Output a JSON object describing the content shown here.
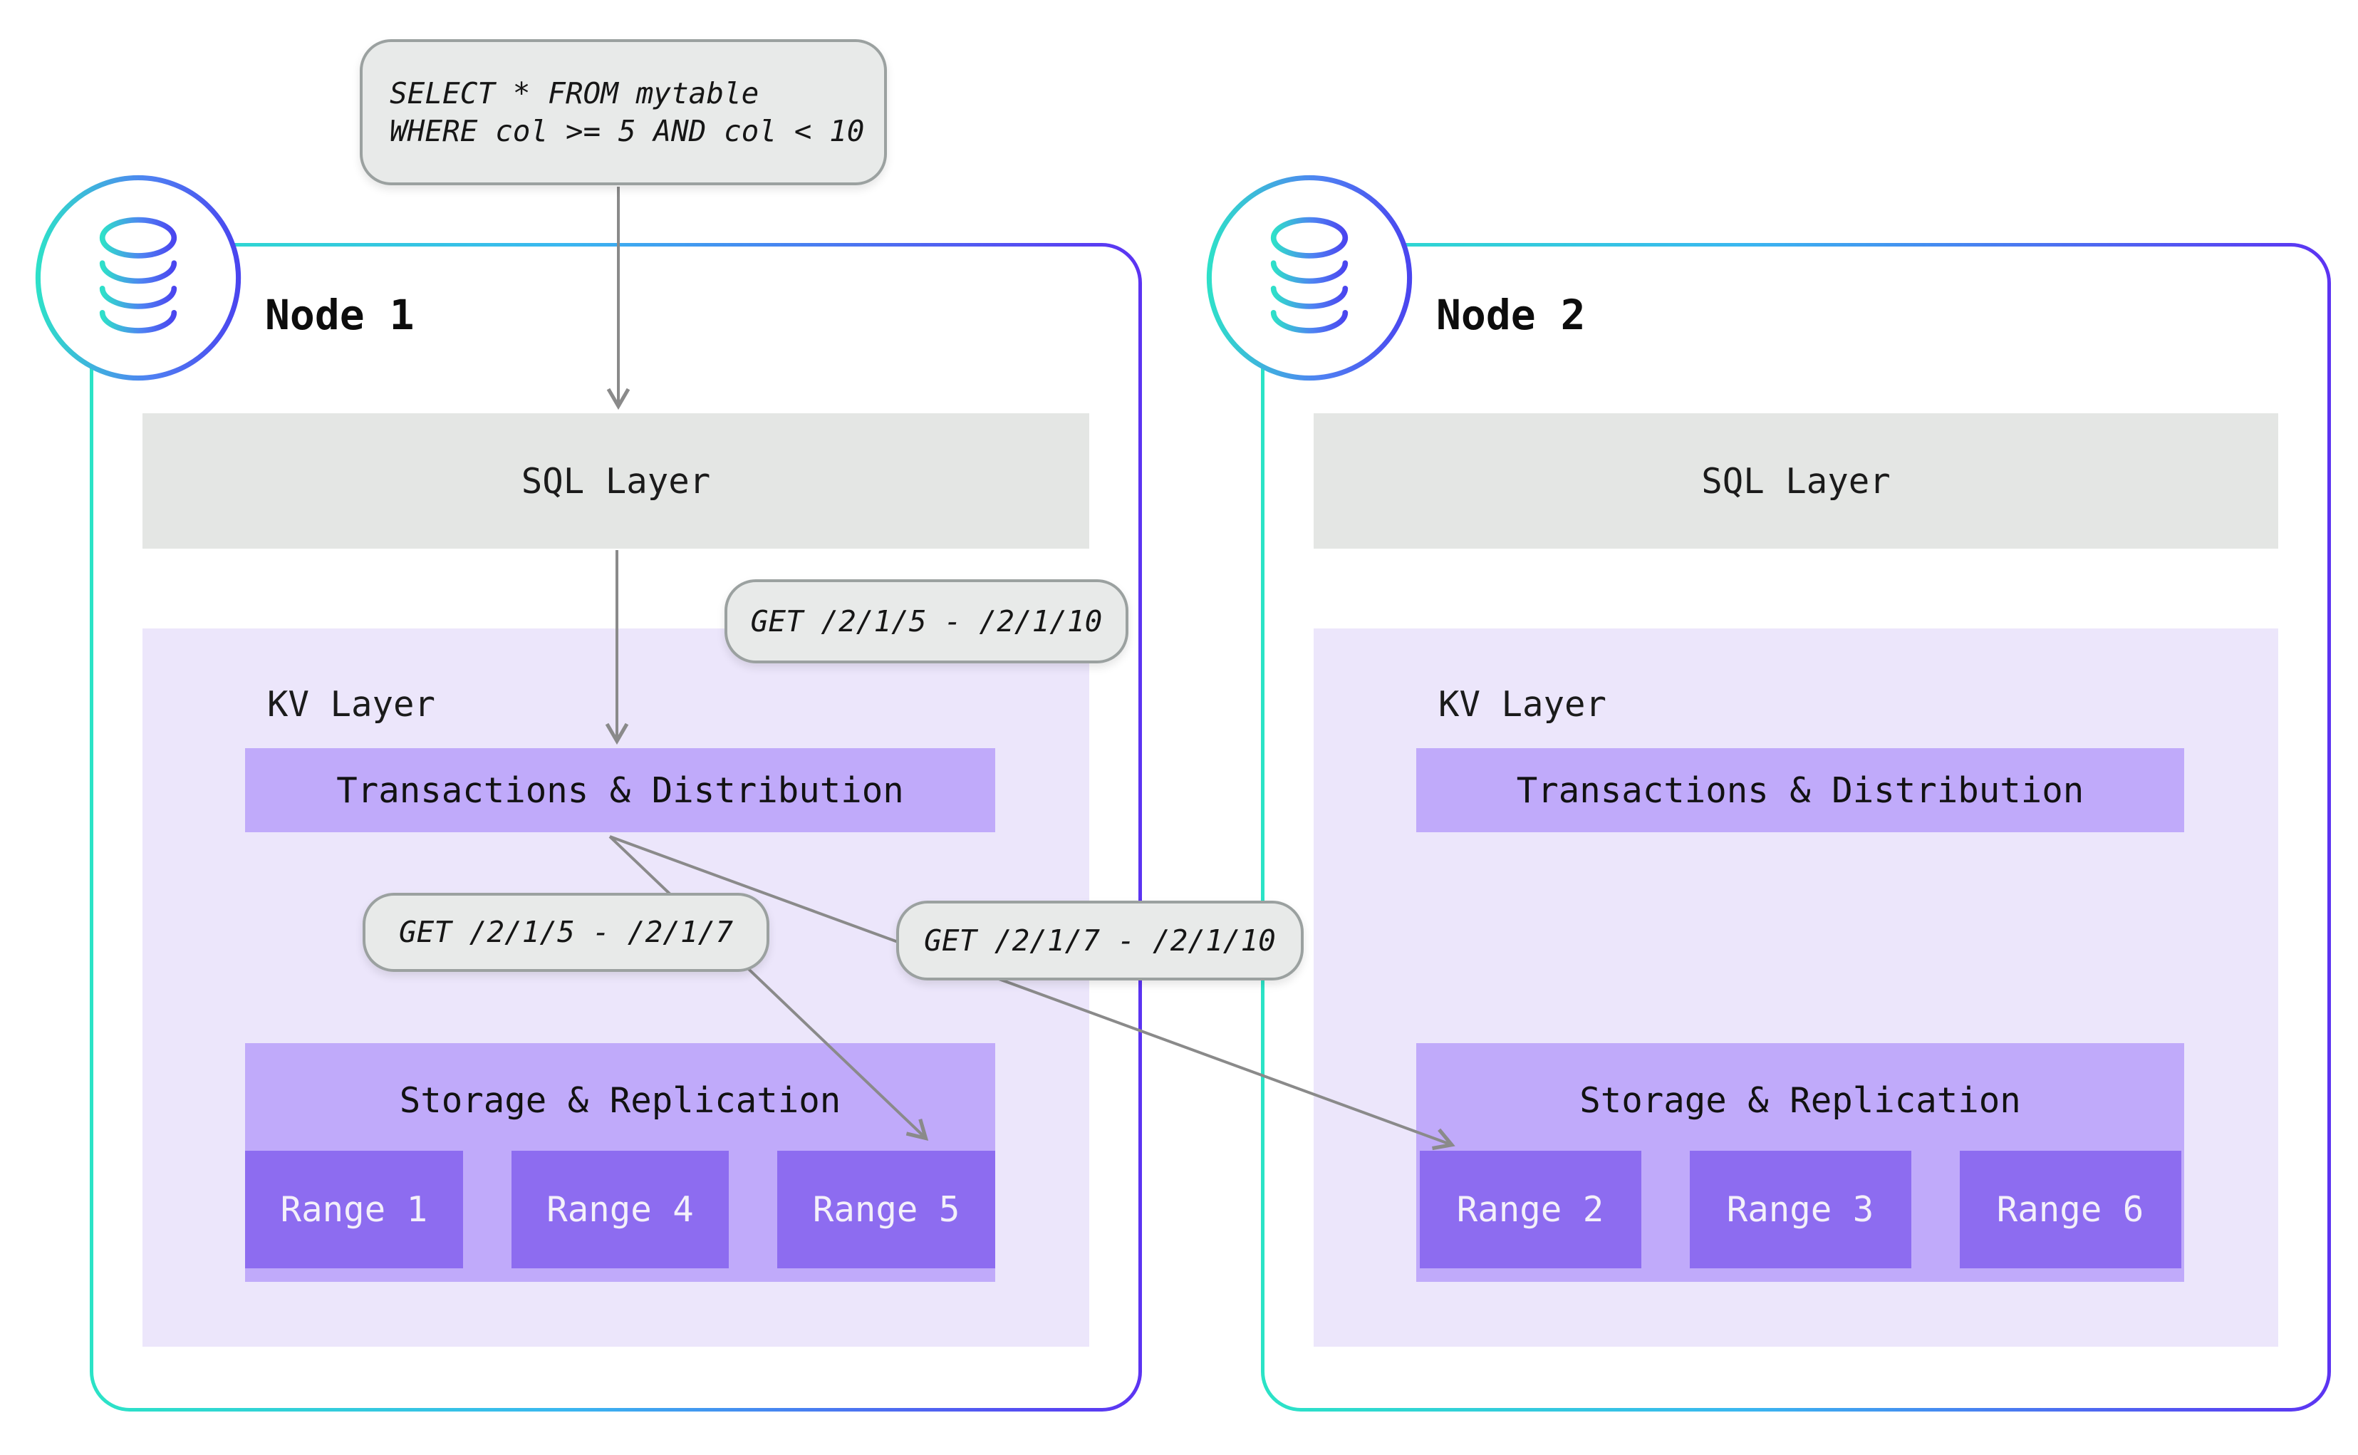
{
  "query_bubble": {
    "line1": "SELECT * FROM mytable",
    "line2": "WHERE col >= 5 AND col < 10"
  },
  "get_labels": {
    "full_range": "GET /2/1/5 - /2/1/10",
    "left_range": "GET /2/1/5 - /2/1/7",
    "right_range": "GET /2/1/7 - /2/1/10"
  },
  "nodes": [
    {
      "title": "Node 1",
      "sql_layer": "SQL Layer",
      "kv_layer": "KV Layer",
      "transactions": "Transactions & Distribution",
      "storage": "Storage & Replication",
      "ranges": [
        "Range 1",
        "Range 4",
        "Range 5"
      ]
    },
    {
      "title": "Node 2",
      "sql_layer": "SQL Layer",
      "kv_layer": "KV Layer",
      "transactions": "Transactions & Distribution",
      "storage": "Storage & Replication",
      "ranges": [
        "Range 2",
        "Range 3",
        "Range 6"
      ]
    }
  ],
  "icons": {
    "node_badge": "database-icon"
  },
  "colors": {
    "node_border_gradient_start": "#2be3c6",
    "node_border_gradient_mid": "#3ab7f0",
    "node_border_gradient_end": "#5c33f2",
    "icon_gradient_start": "#2ee0c9",
    "icon_gradient_end": "#4a45ef",
    "sql_layer_bg": "#e4e6e4",
    "kv_layer_bg": "#ece6fb",
    "purple_bar_bg": "#c0aafa",
    "range_bg": "#8d6cf0",
    "range_text": "#f4f0fa",
    "bubble_bg": "#e8eae9",
    "bubble_border": "#9ba1a0",
    "arrow": "#8a8a8a",
    "text_dark": "#1b1b1b"
  }
}
